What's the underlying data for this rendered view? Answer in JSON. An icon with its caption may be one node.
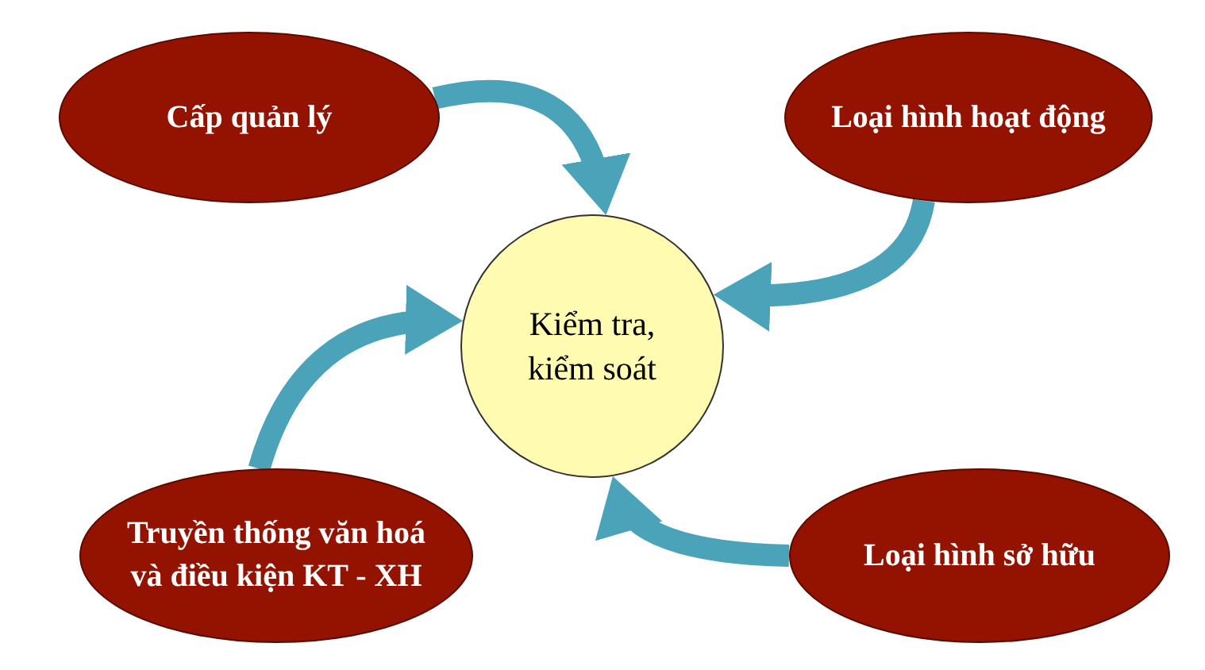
{
  "diagram": {
    "nodes": [
      {
        "text": [
          "Cấp quản lý"
        ]
      },
      {
        "text": [
          "Loại hình hoạt động"
        ]
      },
      {
        "text": [
          "Kiểm tra, kiểm soát"
        ]
      },
      {
        "text": [
          "Truyền thống văn hoá và điều kiện KT - XH"
        ]
      },
      {
        "text": [
          "Loại hình sở hữu"
        ]
      }
    ],
    "edges": [
      {
        "from": 0,
        "to": 2,
        "arrow": "to"
      },
      {
        "from": 1,
        "to": 2,
        "arrow": "to"
      },
      {
        "from": 3,
        "to": 2,
        "arrow": "to"
      },
      {
        "from": 4,
        "to": 2,
        "arrow": "to"
      }
    ]
  }
}
